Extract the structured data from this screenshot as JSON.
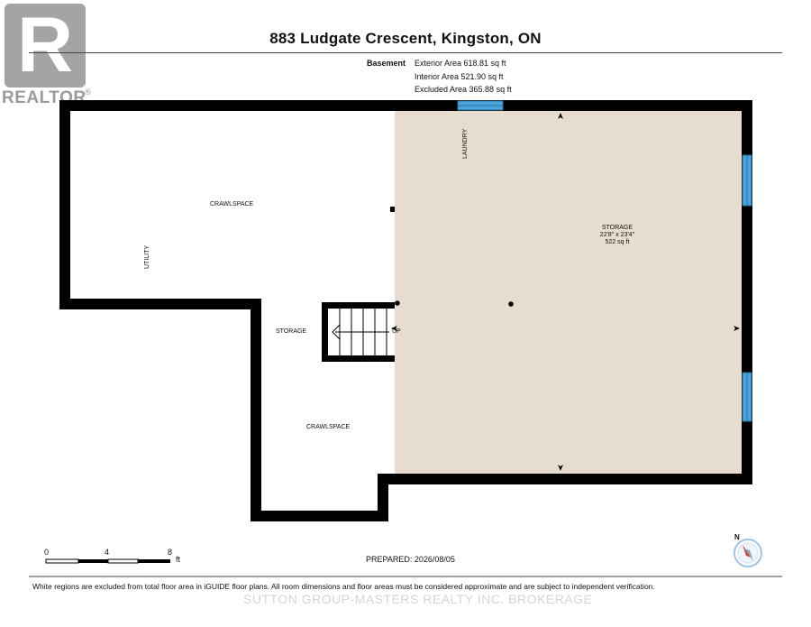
{
  "title": "883 Ludgate Crescent, Kingston, ON",
  "logo": {
    "mark": "R",
    "word": "REALTOR",
    "reg": "®"
  },
  "floor": {
    "label": "Basement",
    "exterior_area": "Exterior Area 618.81 sq ft",
    "interior_area": "Interior Area 521.90 sq ft",
    "excluded_area": "Excluded Area 365.88 sq ft"
  },
  "rooms": {
    "crawlspace_top": "CRAWLSPACE",
    "utility": "UTILITY",
    "laundry": "LAUNDRY",
    "storage_main": "STORAGE",
    "storage_main_dims": "22'8\" x 23'4\"",
    "storage_main_area": "522 sq ft",
    "storage_small": "STORAGE",
    "crawlspace_bottom": "CRAWLSPACE",
    "stairs_label": "UP"
  },
  "scale": {
    "t0": "0",
    "t4": "4",
    "t8": "8",
    "unit": "ft"
  },
  "compass": {
    "north_label": "N"
  },
  "prepared": "PREPARED: 2026/08/05",
  "disclaimer": "White regions are excluded from total floor area in iGUIDE floor plans. All room dimensions and floor areas must be considered approximate and are subject to independent verification.",
  "watermark": "SUTTON GROUP-MASTERS REALTY INC. BROKERAGE",
  "colors": {
    "wall": "#000000",
    "floor_fill": "#e6ddd0",
    "window": "#4aa3df"
  }
}
